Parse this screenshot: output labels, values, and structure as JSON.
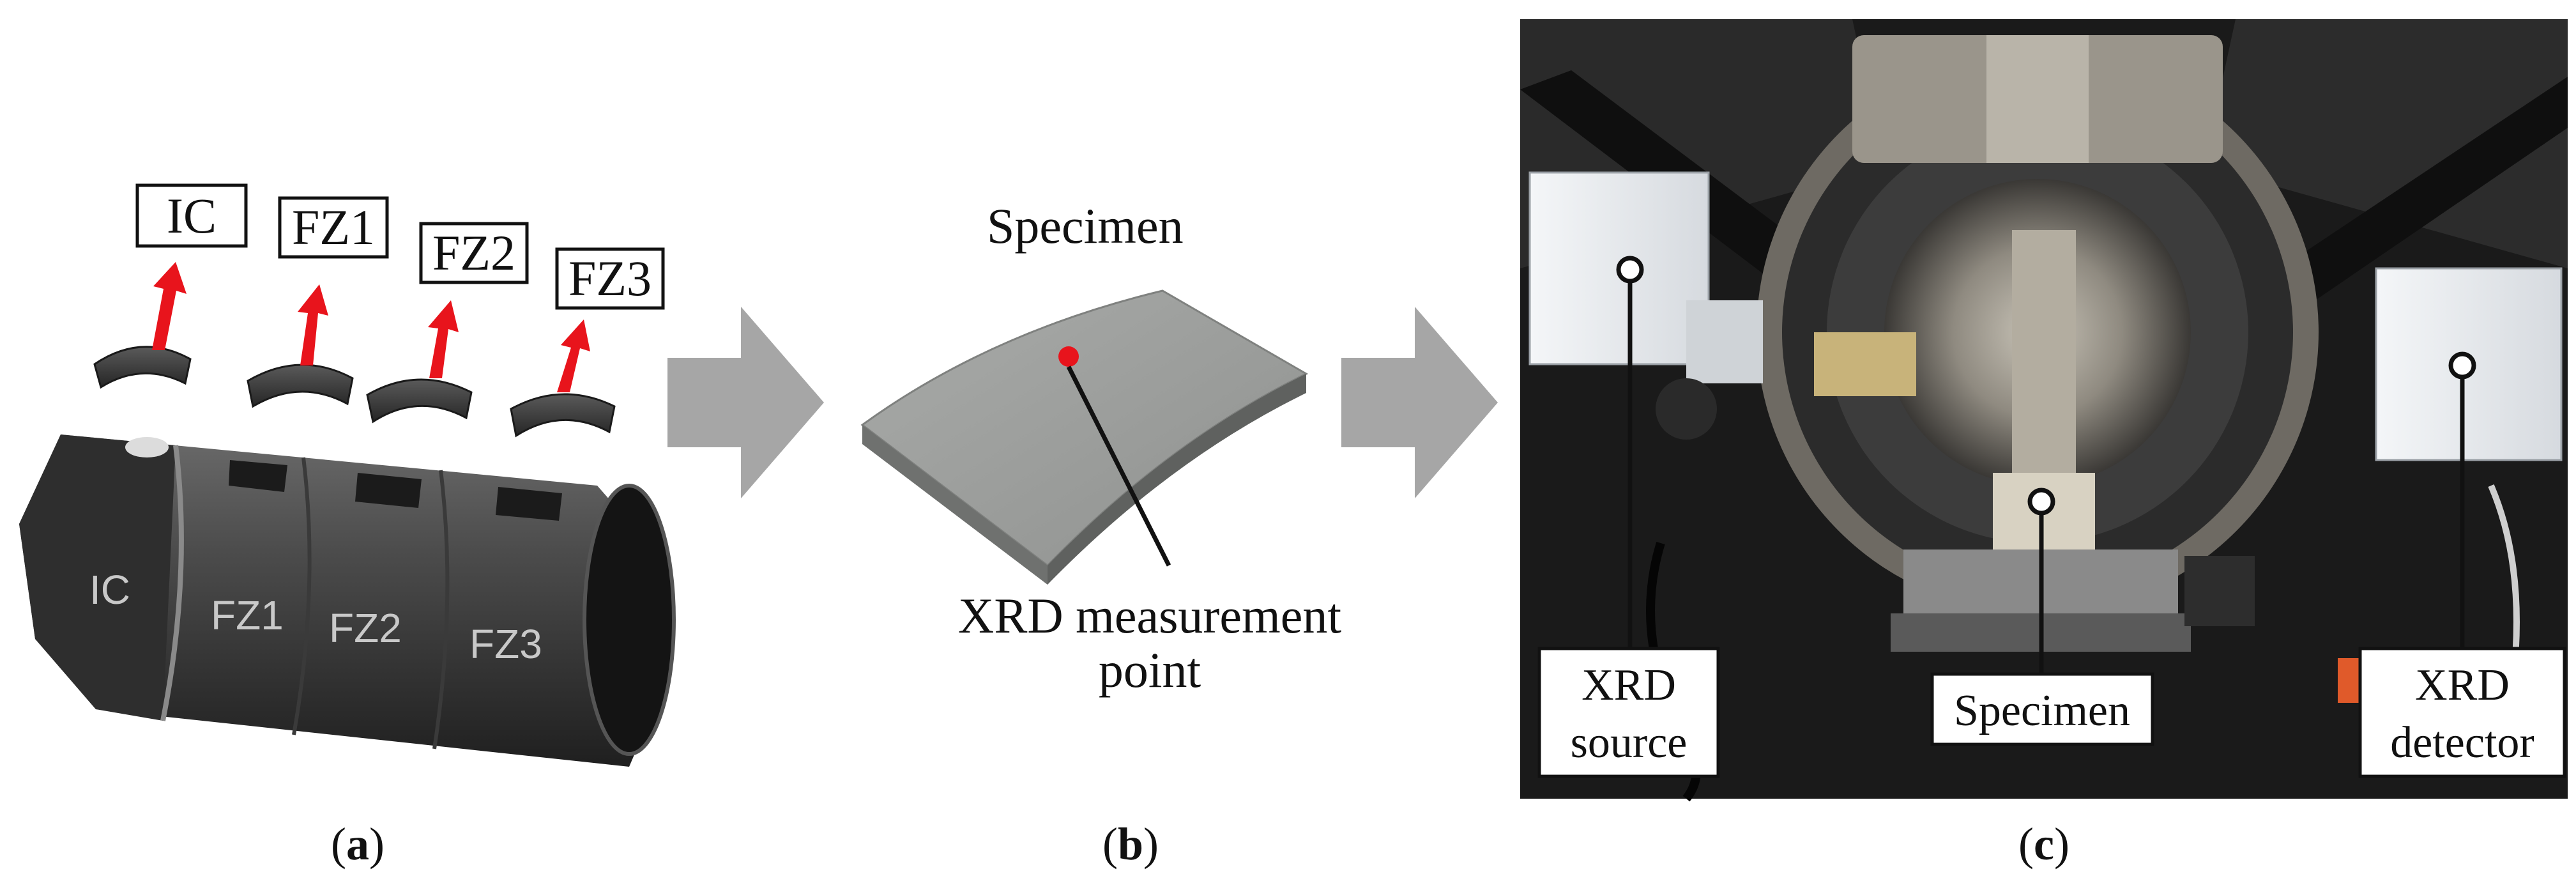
{
  "panel_a": {
    "tags": [
      "IC",
      "FZ1",
      "FZ2",
      "FZ3"
    ],
    "cylinder_labels": [
      "IC",
      "FZ1",
      "FZ2",
      "FZ3"
    ],
    "caption": {
      "open": "(",
      "letter": "a",
      "close": ")"
    }
  },
  "panel_b": {
    "specimen_title": "Specimen",
    "point_label_line1": "XRD measurement",
    "point_label_line2": "point",
    "caption": {
      "open": "(",
      "letter": "b",
      "close": ")"
    }
  },
  "panel_c": {
    "source_label_line1": "XRD",
    "source_label_line2": "source",
    "specimen_label": "Specimen",
    "detector_label_line1": "XRD",
    "detector_label_line2": "detector",
    "caption": {
      "open": "(",
      "letter": "c",
      "close": ")"
    }
  },
  "colors": {
    "arrow_red": "#e8141c",
    "flow_arrow": "#a6a6a6",
    "measurement_dot": "#e8141c",
    "instrument_bg": "#1a1a1a"
  }
}
